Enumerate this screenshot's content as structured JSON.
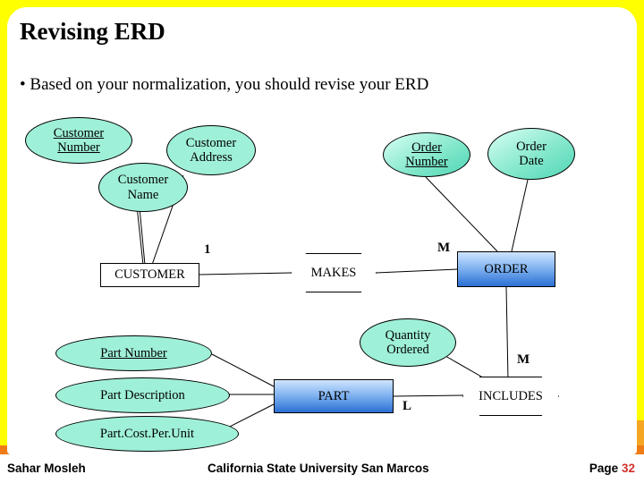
{
  "slide": {
    "title": "Revising ERD",
    "bullet_symbol": "•",
    "bullet_text": "Based on your normalization, you should revise your ERD"
  },
  "footer": {
    "left": "Sahar Mosleh",
    "center": "California State University San Marcos",
    "page_label": "Page",
    "page_number": "32"
  },
  "colors": {
    "background": "#ffff00",
    "panel": "#ffffff",
    "attribute_fill": "#9ff0d8",
    "entity_fill_blue": "#2b6fd4",
    "footer_band": "#f07c18",
    "page_number": "#d0312d"
  },
  "erd": {
    "attributes": [
      {
        "id": "customer-number",
        "lines": [
          "Customer",
          "Number"
        ],
        "underline": true
      },
      {
        "id": "customer-address",
        "lines": [
          "Customer",
          "Address"
        ],
        "underline": false
      },
      {
        "id": "customer-name",
        "lines": [
          "Customer",
          "Name"
        ],
        "underline": false
      },
      {
        "id": "order-number",
        "lines": [
          "Order",
          "Number"
        ],
        "underline": true
      },
      {
        "id": "order-date",
        "lines": [
          "Order",
          "Date"
        ],
        "underline": false
      },
      {
        "id": "part-number",
        "lines": [
          "Part Number"
        ],
        "underline": true
      },
      {
        "id": "part-description",
        "lines": [
          "Part Description"
        ],
        "underline": false
      },
      {
        "id": "part-cost-per-unit",
        "lines": [
          "Part.Cost.Per.Unit"
        ],
        "underline": false
      },
      {
        "id": "quantity-ordered",
        "lines": [
          "Quantity",
          "Ordered"
        ],
        "underline": false
      }
    ],
    "entities": [
      {
        "id": "customer",
        "label": "CUSTOMER"
      },
      {
        "id": "order",
        "label": "ORDER"
      },
      {
        "id": "part",
        "label": "PART"
      }
    ],
    "relationships": [
      {
        "id": "makes",
        "label": "MAKES"
      },
      {
        "id": "includes",
        "label": "INCLUDES"
      }
    ],
    "cardinalities": [
      {
        "id": "customer-makes",
        "label": "1"
      },
      {
        "id": "makes-order",
        "label": "M"
      },
      {
        "id": "order-includes",
        "label": "M"
      },
      {
        "id": "part-includes",
        "label": "L"
      }
    ]
  }
}
